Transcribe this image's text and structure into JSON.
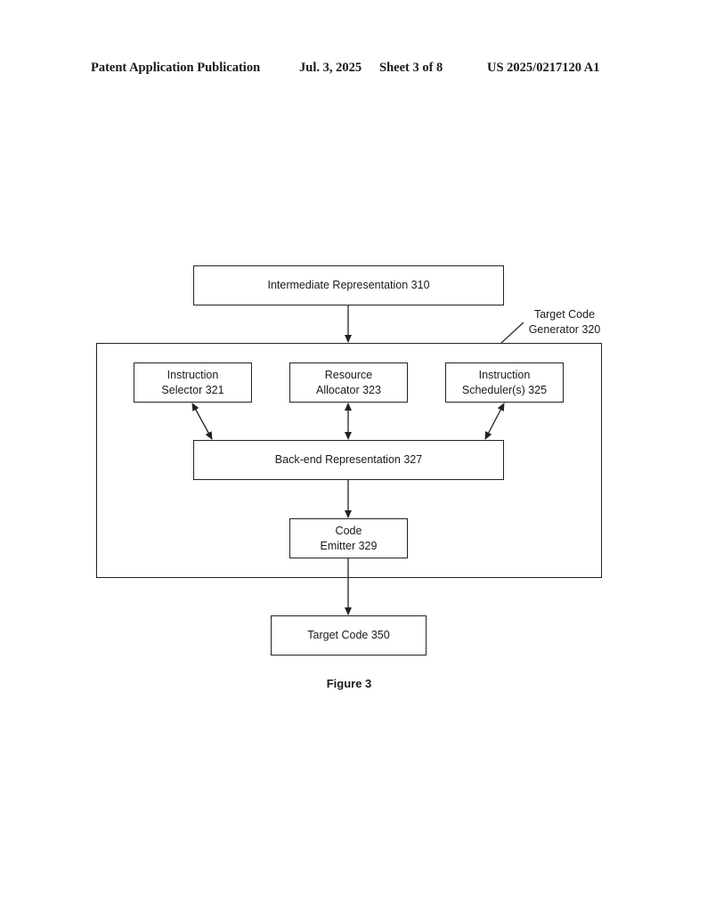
{
  "header": {
    "publication": "Patent Application Publication",
    "date": "Jul. 3, 2025",
    "sheet": "Sheet 3 of 8",
    "number": "US 2025/0217120 A1"
  },
  "diagram": {
    "intermediate_representation": "Intermediate Representation 310",
    "target_code_generator": {
      "line1": "Target Code",
      "line2": "Generator 320"
    },
    "instruction_selector": {
      "line1": "Instruction",
      "line2": "Selector 321"
    },
    "resource_allocator": {
      "line1": "Resource",
      "line2": "Allocator 323"
    },
    "instruction_scheduler": {
      "line1": "Instruction",
      "line2": "Scheduler(s) 325"
    },
    "backend_representation": "Back-end Representation 327",
    "code_emitter": {
      "line1": "Code",
      "line2": "Emitter 329"
    },
    "target_code": "Target Code 350"
  },
  "caption": "Figure 3"
}
